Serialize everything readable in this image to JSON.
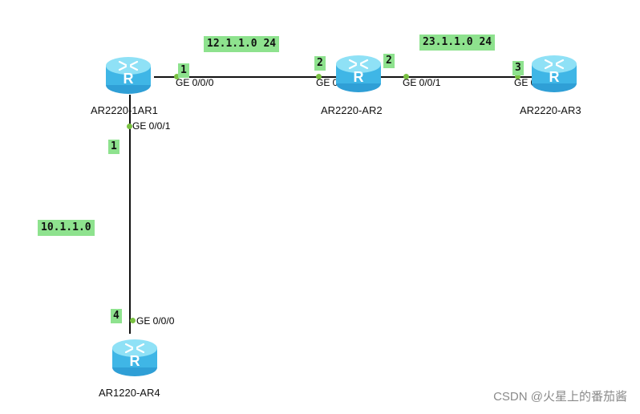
{
  "routers": {
    "ar1": {
      "name": "AR2220-1AR1",
      "icon": "router-icon"
    },
    "ar2": {
      "name": "AR2220-AR2",
      "icon": "router-icon"
    },
    "ar3": {
      "name": "AR2220-AR3",
      "icon": "router-icon"
    },
    "ar4": {
      "name": "AR1220-AR4",
      "icon": "router-icon"
    }
  },
  "ports": {
    "ar1_ge000": "GE 0/0/0",
    "ar1_ge001": "GE 0/0/1",
    "ar2_ge000": "GE 0/0/0",
    "ar2_ge001": "GE 0/0/1",
    "ar3_ge000": "GE 0/0/0",
    "ar4_ge000": "GE 0/0/0"
  },
  "notes": {
    "net_12": "12.1.1.0 24",
    "net_23": "23.1.1.0 24",
    "net_10": "10.1.1.0",
    "host_ar1_top": "1",
    "host_ar2_left": "2",
    "host_ar2_right": "2",
    "host_ar3": "3",
    "host_ar1_down": "1",
    "host_ar4": "4"
  },
  "watermark": "CSDN @火星上的番茄酱",
  "colors": {
    "router_top": "#8fe1f6",
    "router_body": "#3fb6e6",
    "link": "#111111",
    "port_dot": "#7ac142",
    "note_bg": "#8ee28e"
  }
}
